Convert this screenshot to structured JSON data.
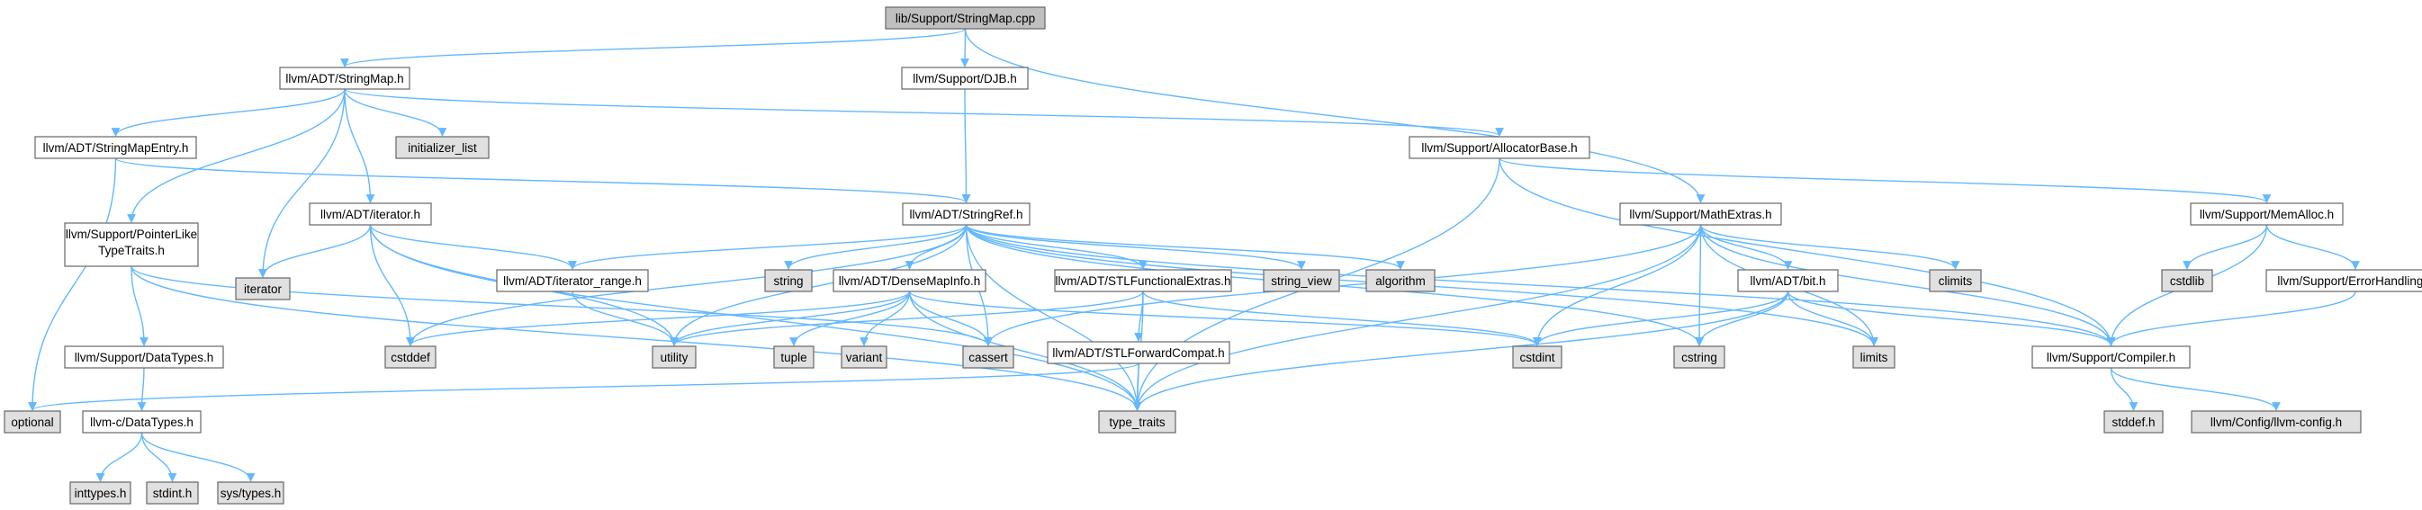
{
  "colors": {
    "edge": "#63b8ff",
    "node_header_fill": "#bfbfbf",
    "node_fill": "#ffffff",
    "node_system_fill": "#e0e0e0",
    "node_border": "#666666",
    "system_border": "#999999"
  },
  "nodes": [
    {
      "id": "root",
      "label": "lib/Support/StringMap.cpp",
      "kind": "header"
    },
    {
      "id": "adt_stringmap",
      "label": "llvm/ADT/StringMap.h",
      "kind": "file"
    },
    {
      "id": "support_djb",
      "label": "llvm/Support/DJB.h",
      "kind": "file"
    },
    {
      "id": "stringmapentry",
      "label": "llvm/ADT/StringMapEntry.h",
      "kind": "file"
    },
    {
      "id": "initializer_list",
      "label": "initializer_list",
      "kind": "system"
    },
    {
      "id": "allocatorbase",
      "label": "llvm/Support/AllocatorBase.h",
      "kind": "file"
    },
    {
      "id": "iterator_h",
      "label": "llvm/ADT/iterator.h",
      "kind": "file"
    },
    {
      "id": "stringref",
      "label": "llvm/ADT/StringRef.h",
      "kind": "file"
    },
    {
      "id": "mathextras",
      "label": "llvm/Support/MathExtras.h",
      "kind": "file"
    },
    {
      "id": "memalloc",
      "label": "llvm/Support/MemAlloc.h",
      "kind": "file"
    },
    {
      "id": "pointerlike",
      "label": "llvm/Support/PointerLike",
      "label2": "TypeTraits.h",
      "kind": "file"
    },
    {
      "id": "iterator",
      "label": "iterator",
      "kind": "system"
    },
    {
      "id": "iterator_range",
      "label": "llvm/ADT/iterator_range.h",
      "kind": "file"
    },
    {
      "id": "string",
      "label": "string",
      "kind": "system"
    },
    {
      "id": "densemapinfo",
      "label": "llvm/ADT/DenseMapInfo.h",
      "kind": "file"
    },
    {
      "id": "stlfunctional",
      "label": "llvm/ADT/STLFunctionalExtras.h",
      "kind": "file"
    },
    {
      "id": "string_view",
      "label": "string_view",
      "kind": "system"
    },
    {
      "id": "algorithm",
      "label": "algorithm",
      "kind": "system"
    },
    {
      "id": "adt_bit",
      "label": "llvm/ADT/bit.h",
      "kind": "file"
    },
    {
      "id": "climits",
      "label": "climits",
      "kind": "system"
    },
    {
      "id": "cstdlib",
      "label": "cstdlib",
      "kind": "system"
    },
    {
      "id": "errorhandling",
      "label": "llvm/Support/ErrorHandling.h",
      "kind": "file"
    },
    {
      "id": "datatypes",
      "label": "llvm/Support/DataTypes.h",
      "kind": "file"
    },
    {
      "id": "cstddef",
      "label": "cstddef",
      "kind": "system"
    },
    {
      "id": "utility",
      "label": "utility",
      "kind": "system"
    },
    {
      "id": "tuple",
      "label": "tuple",
      "kind": "system"
    },
    {
      "id": "variant",
      "label": "variant",
      "kind": "system"
    },
    {
      "id": "cassert",
      "label": "cassert",
      "kind": "system"
    },
    {
      "id": "stlforwardcompat",
      "label": "llvm/ADT/STLForwardCompat.h",
      "kind": "file"
    },
    {
      "id": "cstdint",
      "label": "cstdint",
      "kind": "system"
    },
    {
      "id": "cstring",
      "label": "cstring",
      "kind": "system"
    },
    {
      "id": "limits",
      "label": "limits",
      "kind": "system"
    },
    {
      "id": "compiler",
      "label": "llvm/Support/Compiler.h",
      "kind": "file"
    },
    {
      "id": "optional",
      "label": "optional",
      "kind": "system"
    },
    {
      "id": "c_datatypes",
      "label": "llvm-c/DataTypes.h",
      "kind": "file"
    },
    {
      "id": "type_traits",
      "label": "type_traits",
      "kind": "system"
    },
    {
      "id": "stddef_h",
      "label": "stddef.h",
      "kind": "system"
    },
    {
      "id": "llvm_config",
      "label": "llvm/Config/llvm-config.h",
      "kind": "system"
    },
    {
      "id": "inttypes",
      "label": "inttypes.h",
      "kind": "system"
    },
    {
      "id": "stdint",
      "label": "stdint.h",
      "kind": "system"
    },
    {
      "id": "systypes",
      "label": "sys/types.h",
      "kind": "system"
    }
  ],
  "edges": [
    [
      "root",
      "adt_stringmap"
    ],
    [
      "root",
      "support_djb"
    ],
    [
      "root",
      "mathextras"
    ],
    [
      "adt_stringmap",
      "stringmapentry"
    ],
    [
      "adt_stringmap",
      "initializer_list"
    ],
    [
      "adt_stringmap",
      "allocatorbase"
    ],
    [
      "adt_stringmap",
      "iterator_h"
    ],
    [
      "adt_stringmap",
      "pointerlike"
    ],
    [
      "adt_stringmap",
      "iterator"
    ],
    [
      "support_djb",
      "stringref"
    ],
    [
      "stringmapentry",
      "stringref"
    ],
    [
      "stringmapentry",
      "optional"
    ],
    [
      "allocatorbase",
      "memalloc"
    ],
    [
      "allocatorbase",
      "compiler"
    ],
    [
      "allocatorbase",
      "type_traits"
    ],
    [
      "iterator_h",
      "iterator"
    ],
    [
      "iterator_h",
      "iterator_range"
    ],
    [
      "iterator_h",
      "cstddef"
    ],
    [
      "iterator_h",
      "utility"
    ],
    [
      "iterator_h",
      "type_traits"
    ],
    [
      "stringref",
      "iterator_range"
    ],
    [
      "stringref",
      "string"
    ],
    [
      "stringref",
      "densemapinfo"
    ],
    [
      "stringref",
      "stlfunctional"
    ],
    [
      "stringref",
      "string_view"
    ],
    [
      "stringref",
      "algorithm"
    ],
    [
      "stringref",
      "cassert"
    ],
    [
      "stringref",
      "cstddef"
    ],
    [
      "stringref",
      "cstring"
    ],
    [
      "stringref",
      "limits"
    ],
    [
      "stringref",
      "type_traits"
    ],
    [
      "stringref",
      "utility"
    ],
    [
      "stringref",
      "compiler"
    ],
    [
      "mathextras",
      "adt_bit"
    ],
    [
      "mathextras",
      "climits"
    ],
    [
      "mathextras",
      "compiler"
    ],
    [
      "mathextras",
      "cassert"
    ],
    [
      "mathextras",
      "cstdint"
    ],
    [
      "mathextras",
      "cstring"
    ],
    [
      "mathextras",
      "limits"
    ],
    [
      "mathextras",
      "type_traits"
    ],
    [
      "memalloc",
      "cstdlib"
    ],
    [
      "memalloc",
      "errorhandling"
    ],
    [
      "memalloc",
      "compiler"
    ],
    [
      "errorhandling",
      "compiler"
    ],
    [
      "pointerlike",
      "datatypes"
    ],
    [
      "pointerlike",
      "cassert"
    ],
    [
      "pointerlike",
      "type_traits"
    ],
    [
      "iterator_range",
      "utility"
    ],
    [
      "densemapinfo",
      "cassert"
    ],
    [
      "densemapinfo",
      "cstddef"
    ],
    [
      "densemapinfo",
      "cstdint"
    ],
    [
      "densemapinfo",
      "tuple"
    ],
    [
      "densemapinfo",
      "type_traits"
    ],
    [
      "densemapinfo",
      "utility"
    ],
    [
      "densemapinfo",
      "variant"
    ],
    [
      "stlfunctional",
      "stlforwardcompat"
    ],
    [
      "stlfunctional",
      "cstdint"
    ],
    [
      "stlfunctional",
      "type_traits"
    ],
    [
      "stlfunctional",
      "utility"
    ],
    [
      "adt_bit",
      "compiler"
    ],
    [
      "adt_bit",
      "cstdint"
    ],
    [
      "adt_bit",
      "cstring"
    ],
    [
      "adt_bit",
      "limits"
    ],
    [
      "adt_bit",
      "type_traits"
    ],
    [
      "datatypes",
      "c_datatypes"
    ],
    [
      "stlforwardcompat",
      "optional"
    ],
    [
      "stlforwardcompat",
      "type_traits"
    ],
    [
      "compiler",
      "stddef_h"
    ],
    [
      "compiler",
      "llvm_config"
    ],
    [
      "c_datatypes",
      "inttypes"
    ],
    [
      "c_datatypes",
      "stdint"
    ],
    [
      "c_datatypes",
      "systypes"
    ]
  ]
}
